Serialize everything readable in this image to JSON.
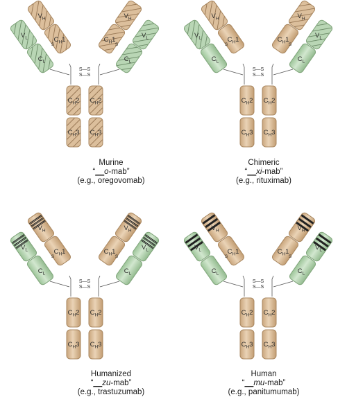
{
  "panels": [
    {
      "id": "murine",
      "name": "Murine",
      "suffix_open": "“",
      "suffix_blank": "__",
      "suffix_stem": "o",
      "suffix_tail": "-mab”",
      "example": "(e.g., oregovomab)",
      "light_style": "hatched",
      "heavy_variable_style": "hatched",
      "heavy_constant_style": "hatched"
    },
    {
      "id": "chimeric",
      "name": "Chimeric",
      "suffix_open": "“",
      "suffix_blank": "__",
      "suffix_stem": "xi",
      "suffix_tail": "-mab”",
      "example": "(e.g., rituximab)",
      "light_style": "hatched-variable",
      "heavy_variable_style": "hatched",
      "heavy_constant_style": "plain"
    },
    {
      "id": "humanized",
      "name": "Humanized",
      "suffix_open": "“",
      "suffix_blank": "__",
      "suffix_stem": "zu",
      "suffix_tail": "-mab”",
      "example": "(e.g., trastuzumab)",
      "light_style": "cdr-thin",
      "heavy_variable_style": "cdr-thin",
      "heavy_constant_style": "plain"
    },
    {
      "id": "human",
      "name": "Human",
      "suffix_open": "“",
      "suffix_blank": "__",
      "suffix_stem": "mu",
      "suffix_tail": "-mab”",
      "example": "(e.g., panitumumab)",
      "light_style": "cdr-bold",
      "heavy_variable_style": "cdr-bold",
      "heavy_constant_style": "plain"
    }
  ],
  "domain_labels": {
    "vh": "V",
    "vh_sub": "H",
    "vl": "V",
    "vl_sub": "L",
    "ch1": "C",
    "ch1_sub": "H",
    "ch1_num": "1",
    "cl": "C",
    "cl_sub": "L",
    "ch2": "C",
    "ch2_sub": "H",
    "ch2_num": "2",
    "ch3": "C",
    "ch3_sub": "H",
    "ch3_num": "3",
    "disulfide": "S—S",
    "s": "S"
  },
  "colors": {
    "heavy_fill": "#dcbf9c",
    "heavy_stroke": "#a98760",
    "light_fill": "#b9d6b5",
    "light_stroke": "#7fa47a",
    "hatch": "#8b6a47",
    "hatch_light": "#5f7f5b",
    "cdr": "#222222"
  }
}
